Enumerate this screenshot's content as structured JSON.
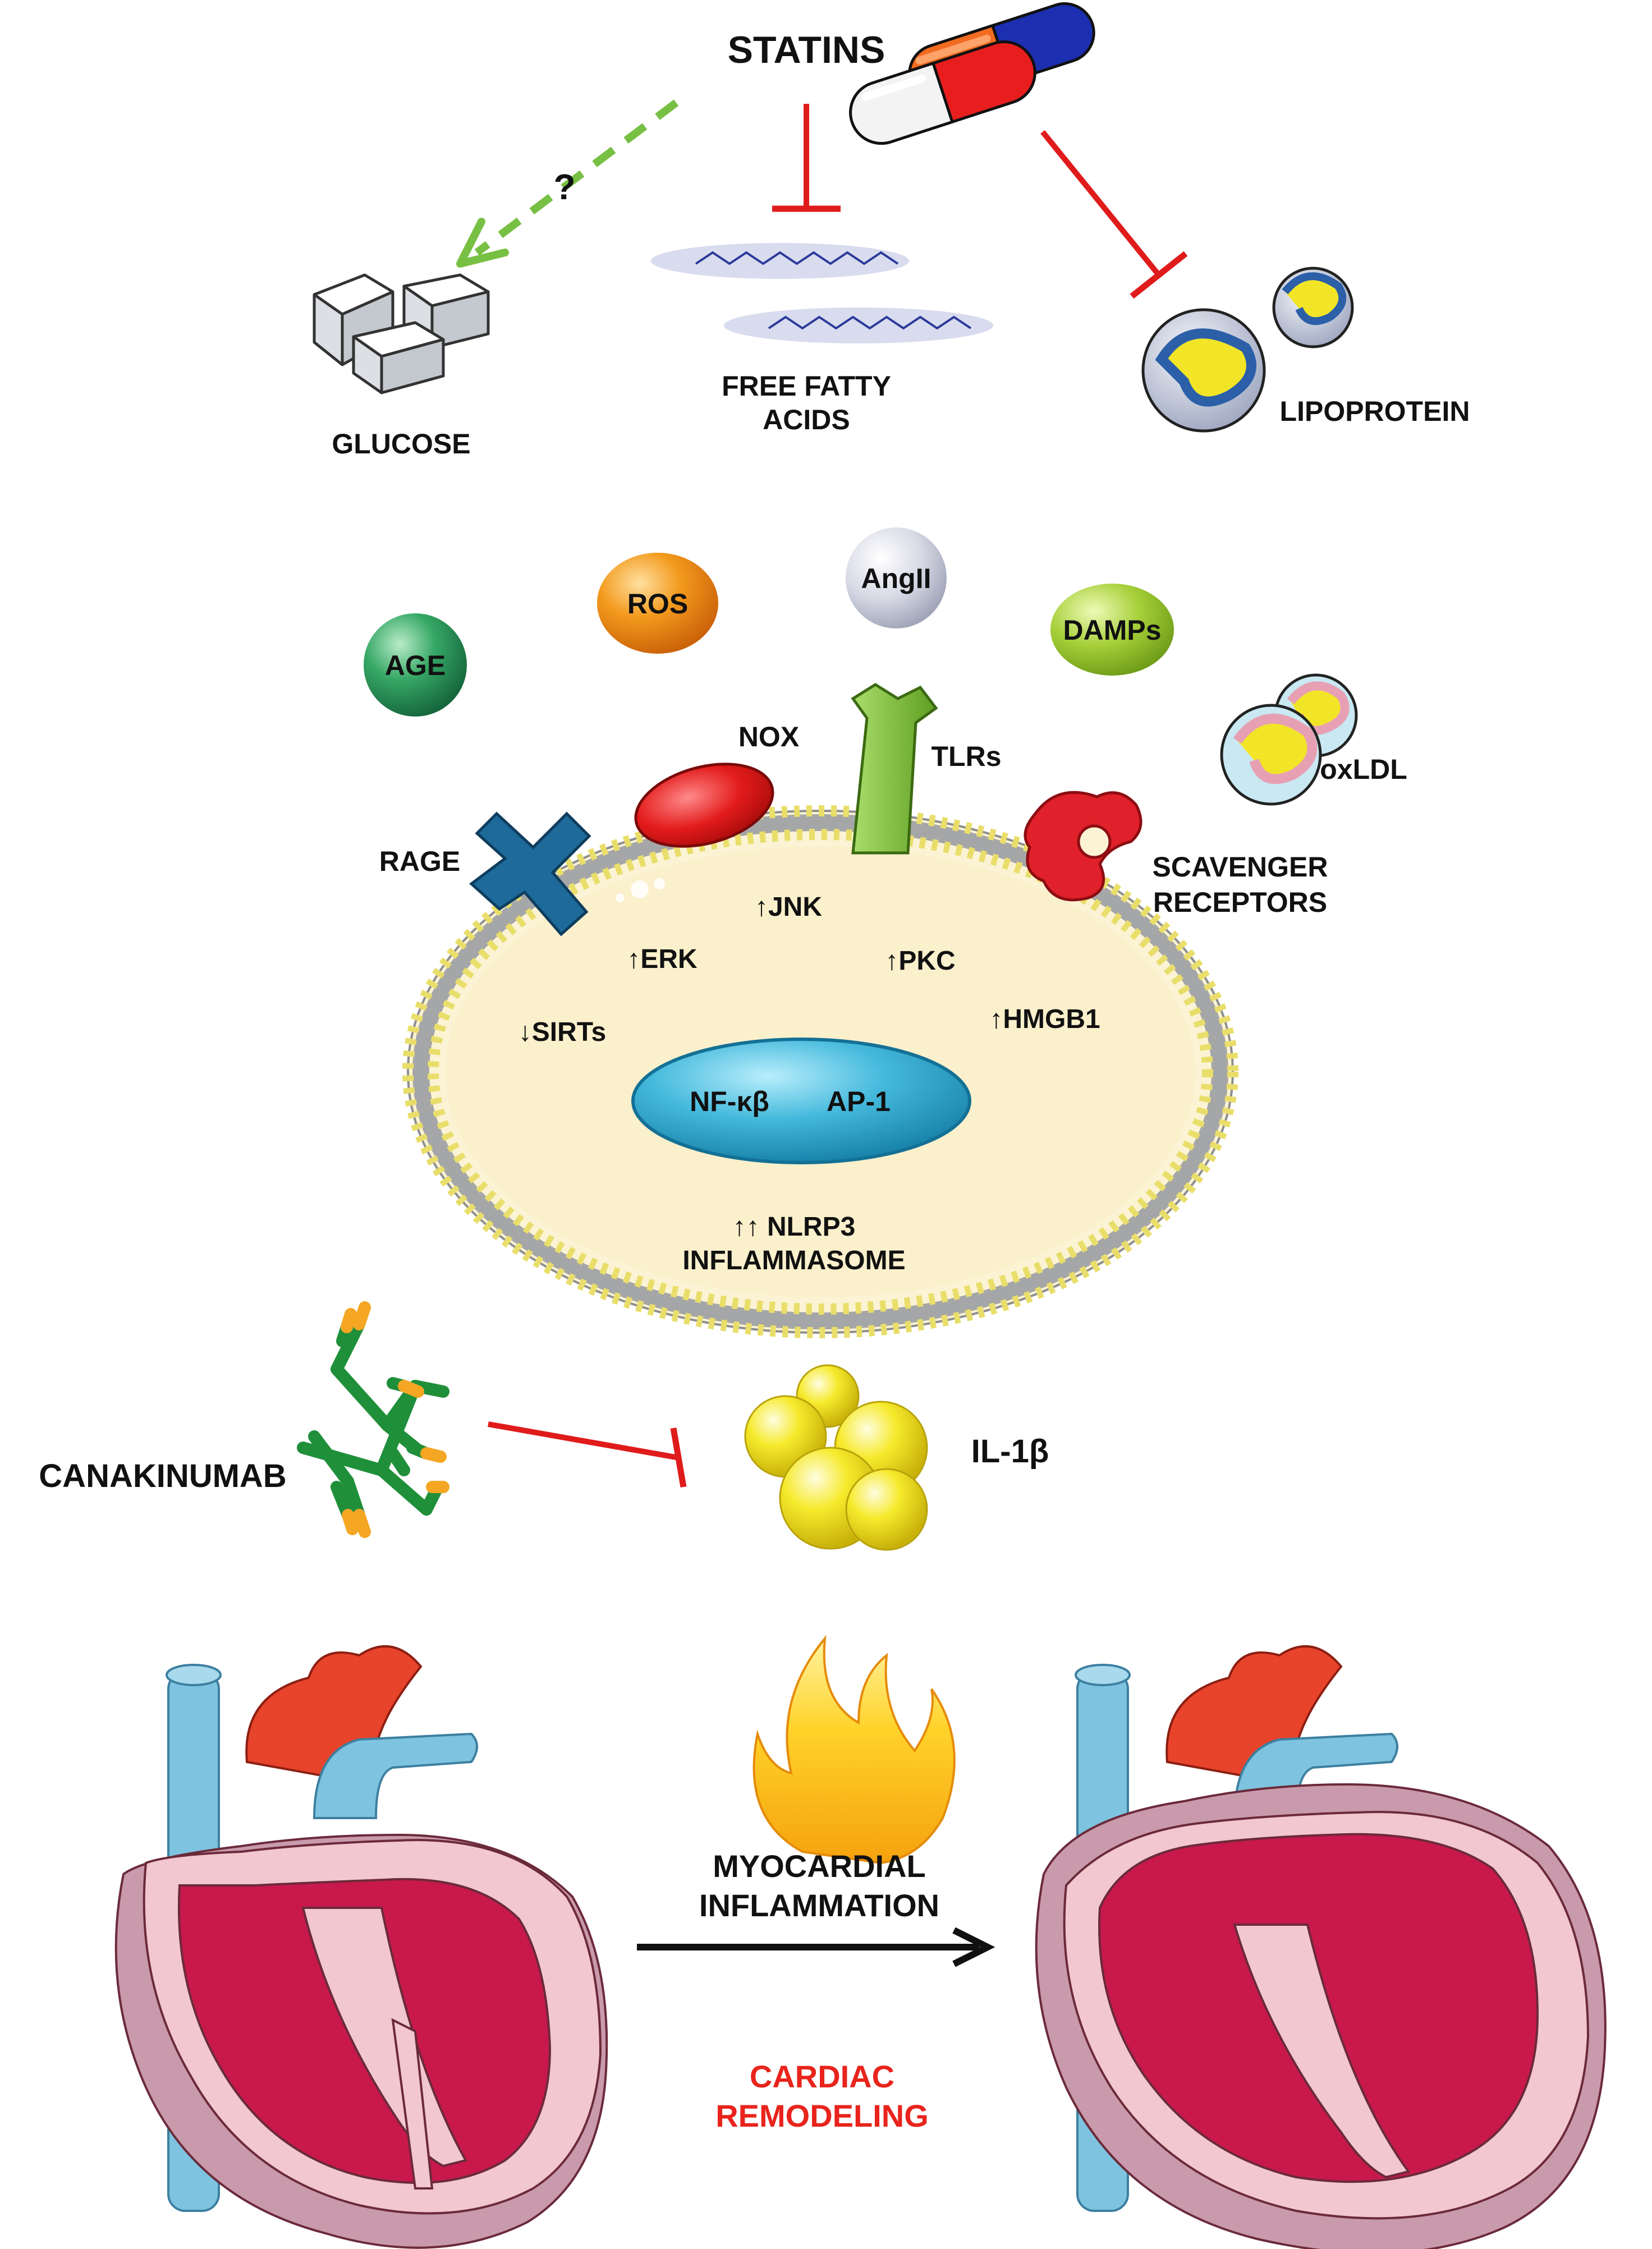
{
  "top": {
    "statins": "STATINS",
    "question": "?",
    "glucose": "GLUCOSE",
    "ffa_line1": "FREE FATTY",
    "ffa_line2": "ACIDS",
    "lipoprotein": "LIPOPROTEIN"
  },
  "ligands": {
    "age": "AGE",
    "ros": "ROS",
    "angii": "AngII",
    "damps": "DAMPs",
    "oxldl": "oxLDL"
  },
  "receptors": {
    "nox": "NOX",
    "tlrs": "TLRs",
    "rage": "RAGE",
    "scav_line1": "SCAVENGER",
    "scav_line2": "RECEPTORS"
  },
  "cell": {
    "jnk": "↑JNK",
    "erk": "↑ERK",
    "pkc": "↑PKC",
    "sirts": "↓SIRTs",
    "hmgb1": "↑HMGB1",
    "nfkb": "NF-κβ",
    "ap1": "AP-1",
    "nlrp3_line1": "↑↑ NLRP3",
    "nlrp3_line2": "INFLAMMASOME"
  },
  "therapy": {
    "canakinumab": "CANAKINUMAB",
    "il1b": "IL-1β"
  },
  "bottom": {
    "myo_line1": "MYOCARDIAL",
    "myo_line2": "INFLAMMATION",
    "cardiac_line1": "CARDIAC",
    "cardiac_line2": "REMODELING"
  },
  "colors": {
    "inhibit": "#e01b1b",
    "dashed_arrow": "#77c043",
    "cardiac_text": "#e8241c",
    "cell_fill": "#fbf3d4",
    "nucleus": "#2aa4c8"
  }
}
